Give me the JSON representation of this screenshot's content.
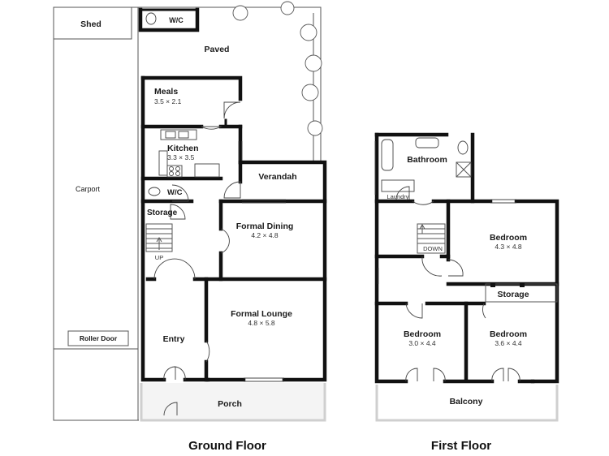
{
  "ground_floor": {
    "title": "Ground Floor",
    "rooms": {
      "shed": "Shed",
      "wc_outdoor": "W/C",
      "paved": "Paved",
      "meals": {
        "name": "Meals",
        "dims": "3.5 × 2.1"
      },
      "kitchen": {
        "name": "Kitchen",
        "dims": "3.3 × 3.5"
      },
      "verandah": "Verandah",
      "wc": "W/C",
      "storage": "Storage",
      "carport": "Carport",
      "formal_dining": {
        "name": "Formal Dining",
        "dims": "4.2 × 4.8"
      },
      "formal_lounge": {
        "name": "Formal Lounge",
        "dims": "4.8 × 5.8"
      },
      "entry": "Entry",
      "roller_door": "Roller Door",
      "porch": "Porch",
      "stair_up": "UP"
    }
  },
  "first_floor": {
    "title": "First Floor",
    "rooms": {
      "bathroom": "Bathroom",
      "laundry": "Laundry",
      "stair_down": "DOWN",
      "bedroom_main": {
        "name": "Bedroom",
        "dims": "4.3 × 4.8"
      },
      "storage": "Storage",
      "bedroom_left": {
        "name": "Bedroom",
        "dims": "3.0 × 4.4"
      },
      "bedroom_right": {
        "name": "Bedroom",
        "dims": "3.6 × 4.4"
      },
      "balcony": "Balcony"
    }
  },
  "colors": {
    "wall": "#111111",
    "thin_line": "#555555",
    "porch_fill": "#f4f4f4"
  }
}
